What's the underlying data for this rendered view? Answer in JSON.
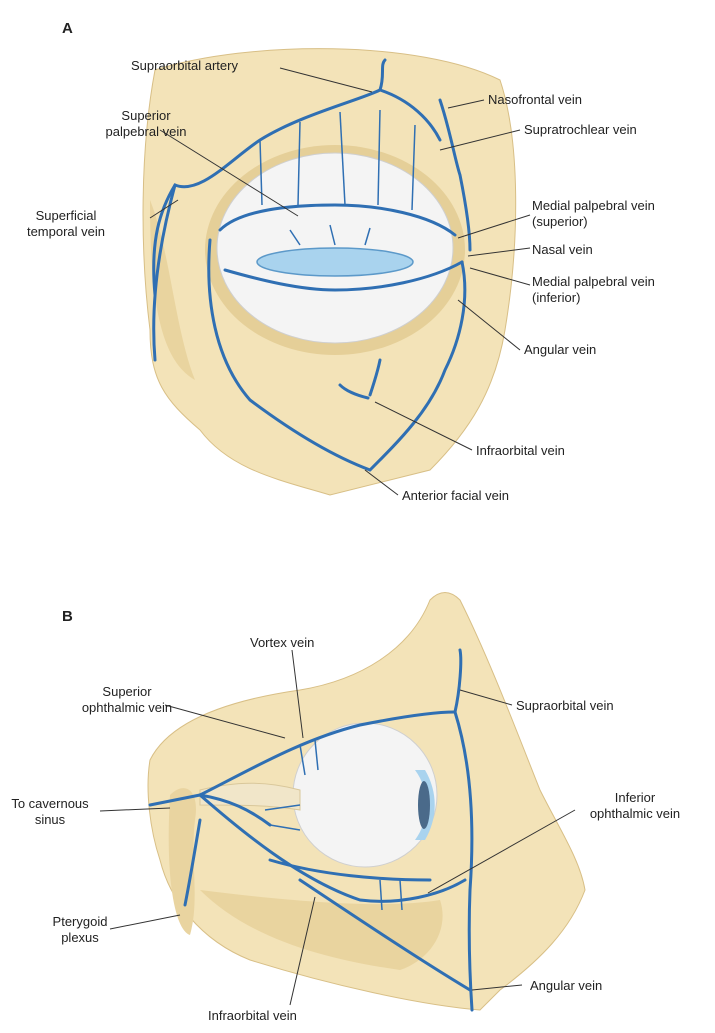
{
  "panels": [
    {
      "letter": "A",
      "labels": {
        "supraorbital_artery": "Supraorbital artery",
        "superior_palpebral_vein_1": "Superior",
        "superior_palpebral_vein_2": "palpebral vein",
        "superficial_temporal_vein_1": "Superficial",
        "superficial_temporal_vein_2": "temporal vein",
        "nasofrontal_vein": "Nasofrontal vein",
        "supratrochlear_vein": "Supratrochlear vein",
        "medial_palpebral_superior_1": "Medial palpebral vein",
        "medial_palpebral_superior_2": "(superior)",
        "nasal_vein": "Nasal vein",
        "medial_palpebral_inferior_1": "Medial palpebral vein",
        "medial_palpebral_inferior_2": "(inferior)",
        "angular_vein": "Angular vein",
        "infraorbital_vein": "Infraorbital vein",
        "anterior_facial_vein": "Anterior facial vein"
      }
    },
    {
      "letter": "B",
      "labels": {
        "vortex_vein": "Vortex vein",
        "superior_ophthalmic_1": "Superior",
        "superior_ophthalmic_2": "ophthalmic vein",
        "cavernous_1": "To cavernous",
        "cavernous_2": "sinus",
        "pterygoid_1": "Pterygoid",
        "pterygoid_2": "plexus",
        "supraorbital_vein": "Supraorbital vein",
        "inferior_ophthalmic_1": "Inferior",
        "inferior_ophthalmic_2": "ophthalmic vein",
        "angular_vein": "Angular vein",
        "infraorbital_vein": "Infraorbital vein"
      }
    }
  ],
  "colors": {
    "bone": "#f3e3b8",
    "bone_shadow": "#e2c98e",
    "vein": "#2f6fb3",
    "cornea": "#a9d3ee",
    "eye_white": "#f4f4f4"
  }
}
